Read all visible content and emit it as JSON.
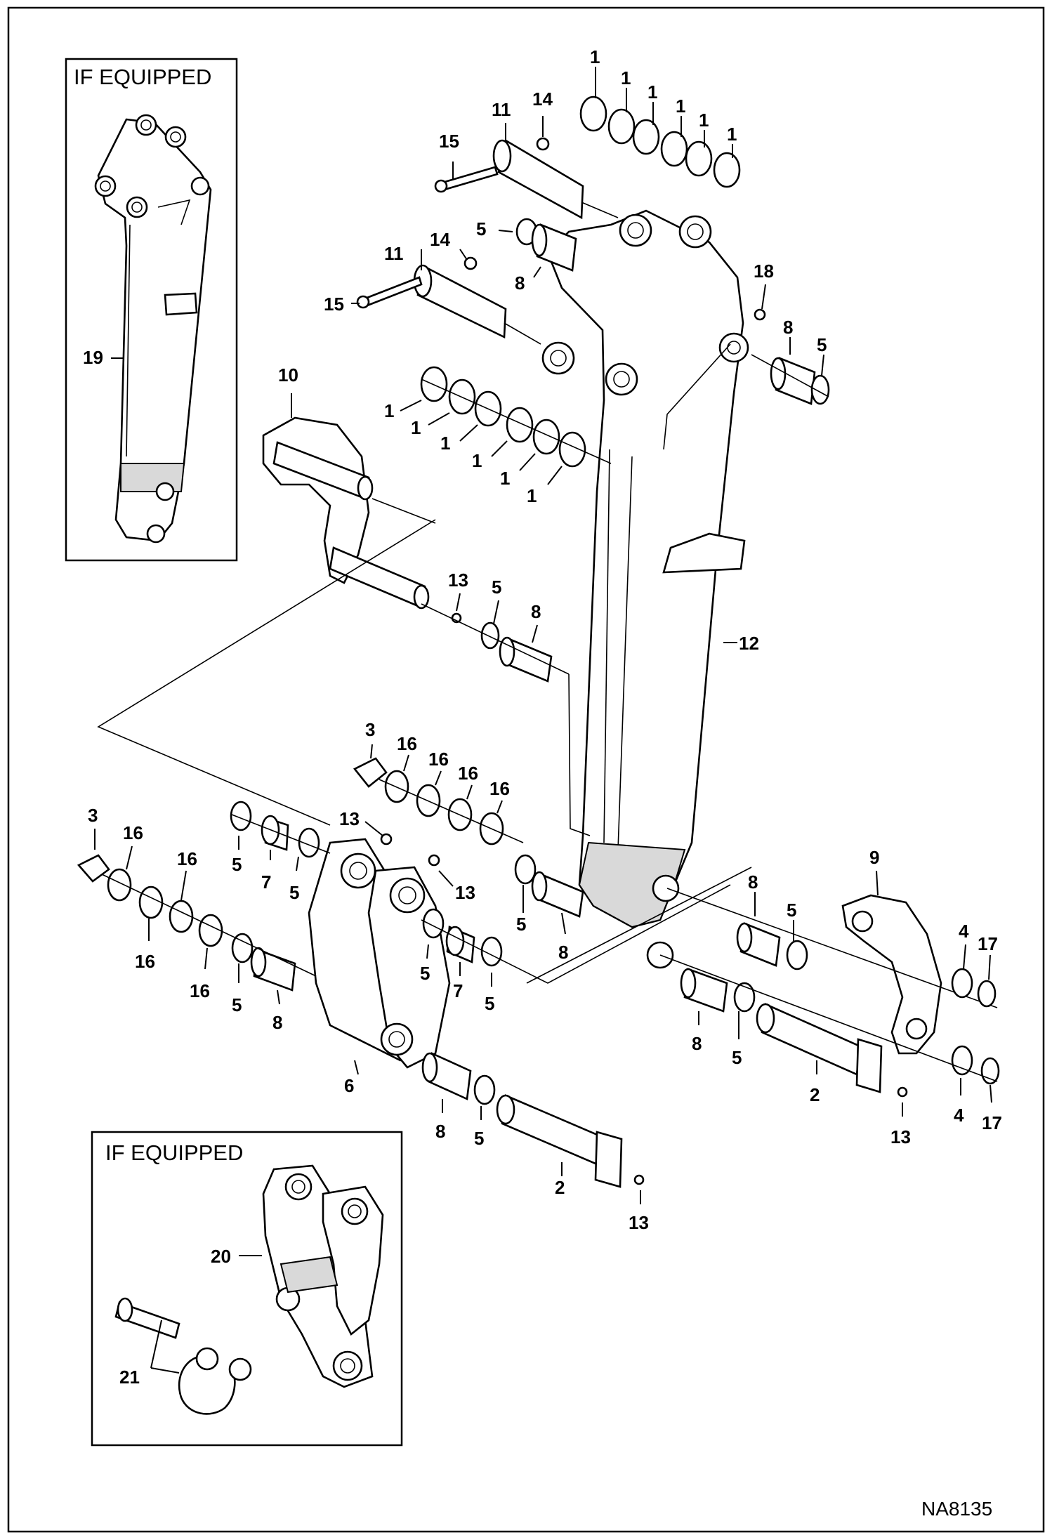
{
  "figure_id": "NA8135",
  "inset_top": {
    "label": "IF EQUIPPED",
    "part": "19"
  },
  "inset_bottom": {
    "label": "IF EQUIPPED",
    "parts": [
      "20",
      "21"
    ]
  },
  "callouts": {
    "c1": "1",
    "c2": "2",
    "c3": "3",
    "c4": "4",
    "c5": "5",
    "c6": "6",
    "c7": "7",
    "c8": "8",
    "c9": "9",
    "c10": "10",
    "c11": "11",
    "c12": "12",
    "c13": "13",
    "c14": "14",
    "c15": "15",
    "c16": "16",
    "c17": "17",
    "c18": "18",
    "c19": "19",
    "c20": "20",
    "c21": "21"
  }
}
